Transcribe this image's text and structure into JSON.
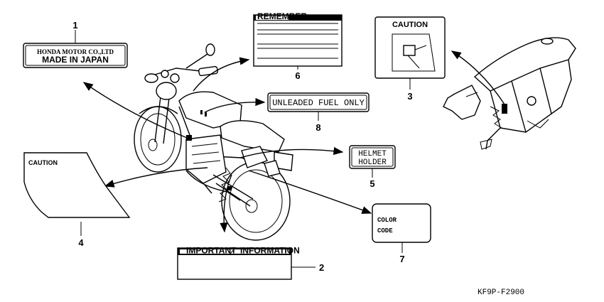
{
  "labels": {
    "honda": {
      "number": "1",
      "line1": "HONDA MOTOR CO.,LTD",
      "line2": "MADE IN JAPAN"
    },
    "important": {
      "number": "2",
      "header_left": "IMPORTANT",
      "header_right": "INFORMATION"
    },
    "caution_frame": {
      "number": "3",
      "title": "CAUTION"
    },
    "caution_side": {
      "number": "4",
      "title": "CAUTION"
    },
    "helmet": {
      "number": "5",
      "line1": "HELMET",
      "line2": "HOLDER"
    },
    "remember": {
      "number": "6",
      "title": "REMEMBER"
    },
    "color_code": {
      "number": "7",
      "line1": "COLOR",
      "line2": "CODE"
    },
    "fuel": {
      "number": "8",
      "text": "UNLEADED FUEL ONLY"
    }
  },
  "diagram_code": "KF9P-F2900"
}
